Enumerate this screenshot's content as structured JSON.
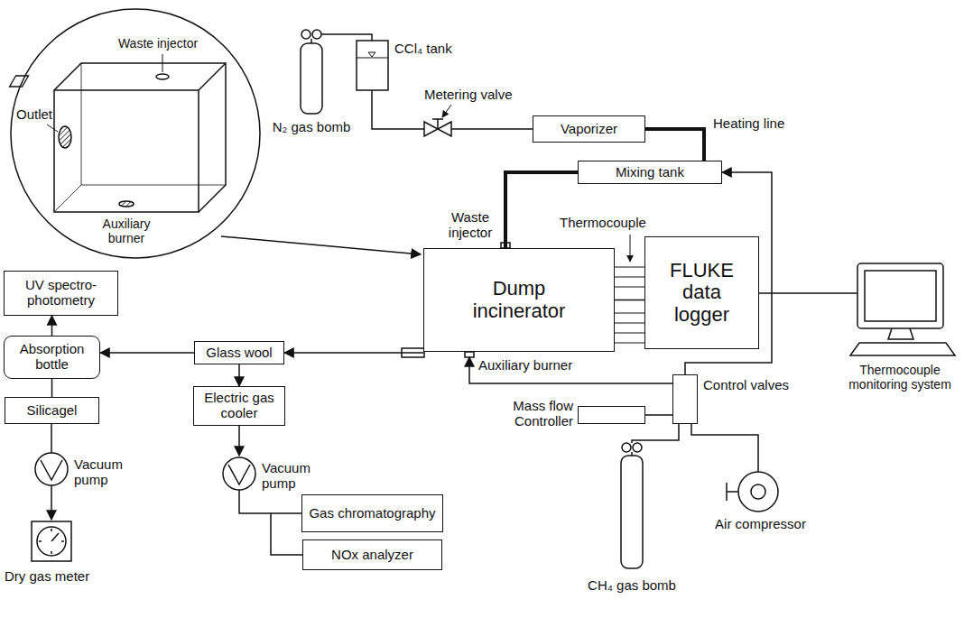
{
  "diagram": {
    "nodes": [
      {
        "text": [
          "Vaporizer"
        ]
      },
      {
        "text": [
          "Mixing tank"
        ]
      },
      {
        "text": [
          "UV spectro-photometry"
        ]
      },
      {
        "text": [
          "Absorption bottle"
        ]
      },
      {
        "text": [
          "Glass wool"
        ]
      },
      {
        "text": [
          "Dump incinerator"
        ]
      },
      {
        "text": [
          "FLUKE data logger"
        ]
      },
      {
        "text": [
          "Silicagel"
        ]
      },
      {
        "text": [
          "Electric gas cooler"
        ]
      },
      {
        "text": [
          "Control valves"
        ]
      },
      {
        "text": [
          "Mass flow Controller"
        ]
      },
      {
        "text": [
          "Gas chromatography"
        ]
      },
      {
        "text": [
          "NOx analyzer"
        ]
      }
    ],
    "edges": [
      {
        "from": 0,
        "to": 1,
        "arrow": "none"
      },
      {
        "from": 1,
        "to": 5,
        "arrow": "none"
      },
      {
        "from": 5,
        "to": 4,
        "arrow": "to"
      },
      {
        "from": 4,
        "to": 3,
        "arrow": "to"
      },
      {
        "from": 3,
        "to": 2,
        "arrow": "to"
      },
      {
        "from": 3,
        "to": 7,
        "arrow": "none"
      },
      {
        "from": 4,
        "to": 8,
        "arrow": "to"
      },
      {
        "from": 5,
        "to": 6,
        "arrow": "none"
      },
      {
        "from": 9,
        "to": 1,
        "arrow": "to"
      },
      {
        "from": 9,
        "to": 5,
        "arrow": "to"
      },
      {
        "from": 10,
        "to": 9,
        "arrow": "none"
      }
    ],
    "labels": [
      "Waste injector",
      "Outlet",
      "Auxiliary burner",
      "N₂ gas bomb",
      "CCl₄ tank",
      "Metering valve",
      "Heating line",
      "Waste injector",
      "Thermocouple",
      "Auxiliary burner",
      "Vacuum pump",
      "Vacuum pump",
      "Dry gas meter",
      "CH₄ gas bomb",
      "Air compressor",
      "Thermocouple monitoring system"
    ]
  }
}
